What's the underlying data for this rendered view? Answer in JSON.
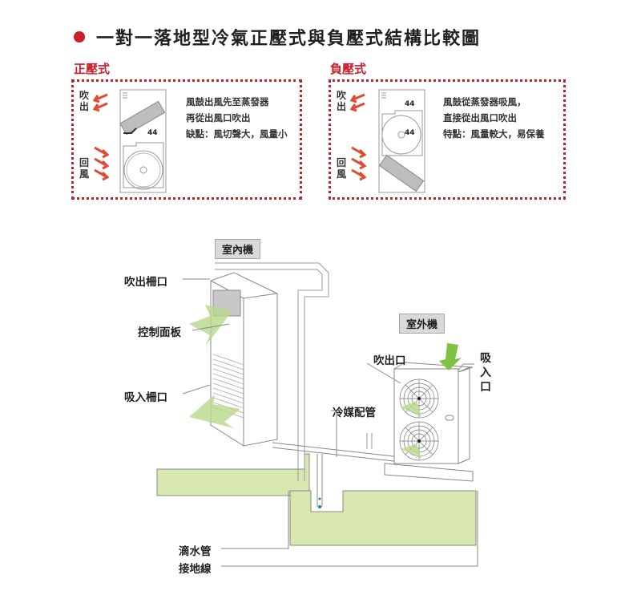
{
  "title": "一對一落地型冷氣正壓式與負壓式結構比較圖",
  "colors": {
    "accent_red": "#c8202a",
    "arrow_red": "#e04a2f",
    "ground_green": "#d9e8b0",
    "airflow_green": "#b8d88a",
    "down_arrow_green": "#7dc242",
    "line_gray": "#8a8a8a"
  },
  "positive": {
    "heading": "正壓式",
    "label_out": "吹出",
    "label_return": "回風",
    "lines": [
      "風鼓出風先至蒸發器",
      "再從出風口吹出",
      "缺點：風切聲大，風量小"
    ]
  },
  "negative": {
    "heading": "負壓式",
    "label_out": "吹出",
    "label_return": "回風",
    "lines": [
      "風鼓從蒸發器吸風，",
      "直接從出風口吹出",
      "特點：風量較大，易保養"
    ]
  },
  "diagram": {
    "indoor_tag": "室內機",
    "outdoor_tag": "室外機",
    "outlet_grille": "吹出柵口",
    "control_panel": "控制面板",
    "intake_grille": "吸入柵口",
    "refrigerant_pipe": "冷媒配管",
    "outdoor_outlet": "吹出口",
    "outdoor_intake": "吸入口",
    "drain_pipe": "滴水管",
    "ground_wire": "接地線"
  }
}
